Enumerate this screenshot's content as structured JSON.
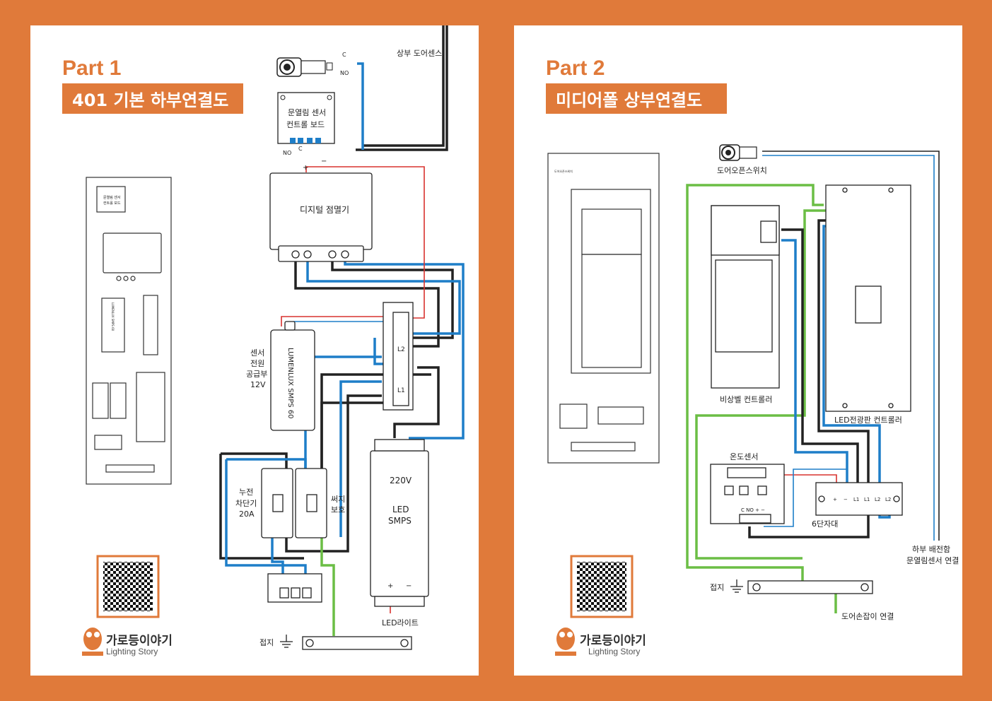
{
  "colors": {
    "accent": "#E07A3A",
    "wire_blue": "#1E7EC8",
    "wire_black": "#222222",
    "wire_red": "#D9322E",
    "wire_green": "#6BBE45"
  },
  "left": {
    "part_label": "Part 1",
    "title": "401 기본 하부연결도",
    "labels": {
      "top_sensor": "상부 도어센스",
      "sensor_board": [
        "문열림 센서",
        "컨트롤 보드"
      ],
      "term_c": "C",
      "term_no": "NO",
      "term_c2": "C",
      "term_no2": "NO",
      "plus": "+",
      "minus": "−",
      "blinker": "디지털 점멸기",
      "smps_side": [
        "센서",
        "전원",
        "공급부",
        "12V"
      ],
      "smps_box": "LUMENLUX SMPS 60",
      "breaker": [
        "누전",
        "차단기",
        "20A"
      ],
      "surge": [
        "써지",
        "보호"
      ],
      "led_smps": [
        "220V",
        "LED",
        "SMPS"
      ],
      "led_light": "LED라이트",
      "ground": "접지",
      "mini_board": [
        "문열림 센서",
        "컨트롤 보드"
      ],
      "mini_smps": "LUMENLUX SMPS 60",
      "terminal_L2": "L2",
      "terminal_L1": "L1",
      "smps_plus": "+",
      "smps_minus": "−"
    },
    "brand": {
      "name": "가로등이야기",
      "sub": "Lighting Story"
    }
  },
  "right": {
    "part_label": "Part 2",
    "title": "미디어폴 상부연결도",
    "labels": {
      "door_switch": "도어오픈스위치",
      "door_switch_mini": "도어오픈스위치",
      "emergency": "비상벨 컨트롤러",
      "led_panel": "LED전광판 컨트롤러",
      "temp": "온도센서",
      "terminal6": "6단자대",
      "terms": [
        "+",
        "−",
        "L1",
        "L1",
        "L2",
        "L2"
      ],
      "temp_terms": "C NO + −",
      "lower_box": [
        "하부 배전함",
        "문열림센서 연결"
      ],
      "ground": "접지",
      "door_handle": "도어손잡이 연결"
    },
    "brand": {
      "name": "가로등이야기",
      "sub": "Lighting Story"
    }
  }
}
